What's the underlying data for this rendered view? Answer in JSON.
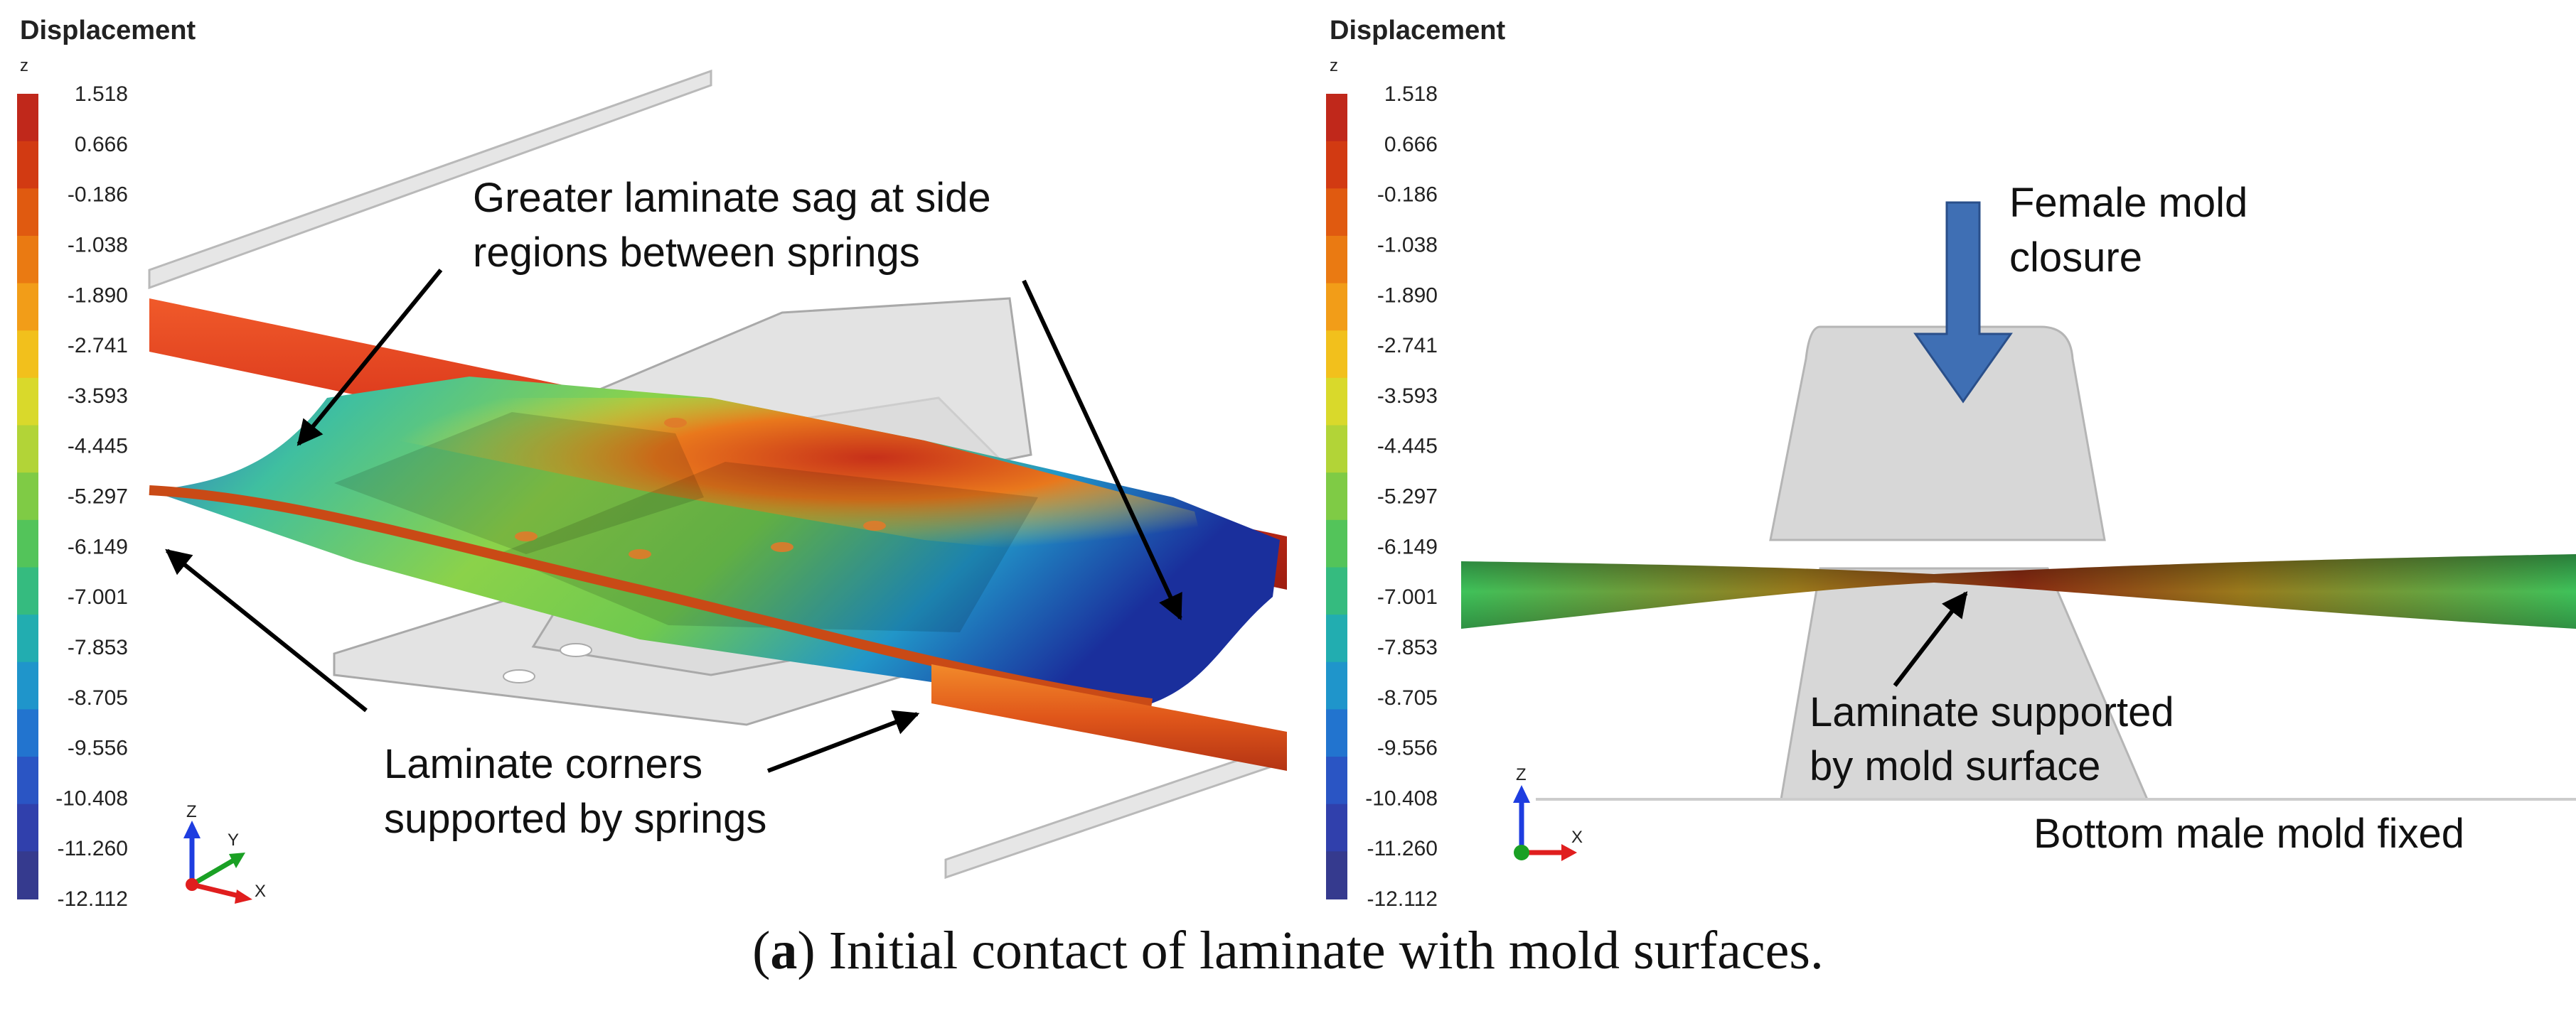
{
  "panels": [
    {
      "legend_title": "Displacement",
      "legend_axis": "z",
      "scale_values": [
        "1.518",
        "0.666",
        "-0.186",
        "-1.038",
        "-1.890",
        "-2.741",
        "-3.593",
        "-4.445",
        "-5.297",
        "-6.149",
        "-7.001",
        "-7.853",
        "-8.705",
        "-9.556",
        "-10.408",
        "-11.260",
        "-12.112"
      ],
      "triad_labels": [
        "Z",
        "Y",
        "X"
      ],
      "annotations": [
        {
          "lines": [
            "Greater laminate sag at side",
            "regions between springs"
          ]
        },
        {
          "lines": [
            "Laminate corners",
            "supported by springs"
          ]
        }
      ]
    },
    {
      "legend_title": "Displacement",
      "legend_axis": "z",
      "scale_values": [
        "1.518",
        "0.666",
        "-0.186",
        "-1.038",
        "-1.890",
        "-2.741",
        "-3.593",
        "-4.445",
        "-5.297",
        "-6.149",
        "-7.001",
        "-7.853",
        "-8.705",
        "-9.556",
        "-10.408",
        "-11.260",
        "-12.112"
      ],
      "triad_labels": [
        "Z",
        "X"
      ],
      "annotations": [
        {
          "lines": [
            "Female mold",
            "closure"
          ]
        },
        {
          "lines": [
            "Laminate supported",
            "by mold surface"
          ]
        },
        {
          "lines": [
            "Bottom male mold fixed"
          ]
        }
      ]
    }
  ],
  "colors": {
    "scale": [
      "#c0281b",
      "#d23a12",
      "#e05a10",
      "#ea7a12",
      "#f29d18",
      "#f2c01c",
      "#d9d92b",
      "#b2d437",
      "#7fcb45",
      "#53c45a",
      "#35bb7f",
      "#22adb0",
      "#1f95cb",
      "#2274cf",
      "#2a55c4",
      "#3040ac",
      "#353a8e"
    ],
    "laminate_red": "#d8331a",
    "mold_gray": "#d7d7d7",
    "arrow_blue": "#3f6fb4"
  },
  "caption": {
    "prefix": "(",
    "letter": "a",
    "text": ") Initial contact of laminate with mold surfaces."
  }
}
